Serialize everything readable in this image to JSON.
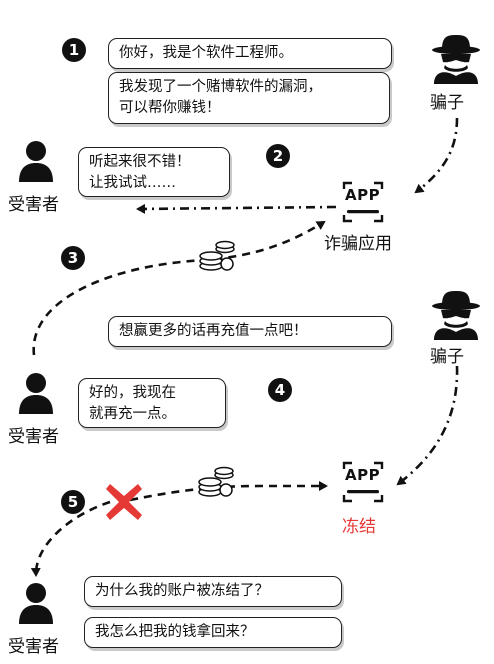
{
  "steps": [
    "1",
    "2",
    "3",
    "4",
    "5"
  ],
  "scammer": {
    "label": "骗子",
    "msg1": "你好，我是个软件工程师。",
    "msg2_line1": "我发现了一个赌博软件的漏洞，",
    "msg2_line2": "可以帮你赚钱！",
    "msg3": "想赢更多的话再充值一点吧！"
  },
  "victim": {
    "label": "受害者",
    "reply1_line1": "听起来很不错！",
    "reply1_line2": "让我试试……",
    "reply2_line1": "好的，我现在",
    "reply2_line2": "就再充一点。",
    "q1": "为什么我的账户被冻结了？",
    "q2": "我怎么把我的钱拿回来？"
  },
  "app": {
    "text": "APP",
    "scam_label": "诈骗应用",
    "frozen_label": "冻结"
  },
  "colors": {
    "frozen": "#e53935",
    "cross": "#e53935",
    "ink": "#111111"
  },
  "icons": [
    "spy-icon",
    "person-icon",
    "app-icon",
    "coins-icon",
    "red-cross-icon"
  ]
}
